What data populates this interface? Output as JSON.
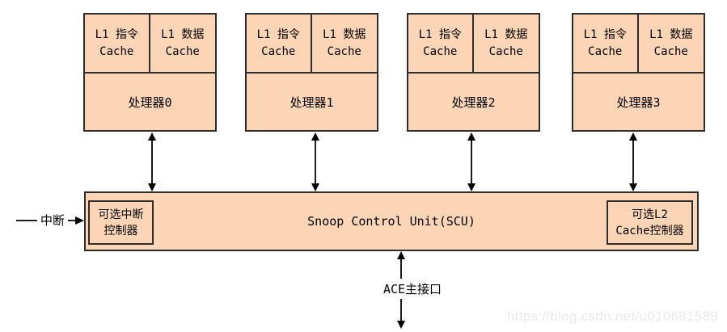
{
  "diagram": {
    "processors": [
      {
        "label": "处理器0",
        "icache": {
          "line1": "L1 指令",
          "line2": "Cache"
        },
        "dcache": {
          "line1": "L1 数据",
          "line2": "Cache"
        }
      },
      {
        "label": "处理器1",
        "icache": {
          "line1": "L1 指令",
          "line2": "Cache"
        },
        "dcache": {
          "line1": "L1 数据",
          "line2": "Cache"
        }
      },
      {
        "label": "处理器2",
        "icache": {
          "line1": "L1 指令",
          "line2": "Cache"
        },
        "dcache": {
          "line1": "L1 数据",
          "line2": "Cache"
        }
      },
      {
        "label": "处理器3",
        "icache": {
          "line1": "L1 指令",
          "line2": "Cache"
        },
        "dcache": {
          "line1": "L1 数据",
          "line2": "Cache"
        }
      }
    ],
    "scu": {
      "label": "Snoop Control Unit(SCU)",
      "interrupt_controller": {
        "line1": "可选中断",
        "line2": "控制器"
      },
      "l2_controller": {
        "line1": "可选L2",
        "line2": "Cache控制器"
      }
    },
    "interrupt_arrow_label": "中断",
    "ace_interface_label": "ACE主接口"
  },
  "colors": {
    "block_fill": "#FBD5B5",
    "block_border": "#2d2d2d",
    "arrow": "#000000",
    "watermark_text": "#e9e9e9",
    "background": "#ffffff"
  },
  "watermark": "https://blog.csdn.net/u010681589"
}
